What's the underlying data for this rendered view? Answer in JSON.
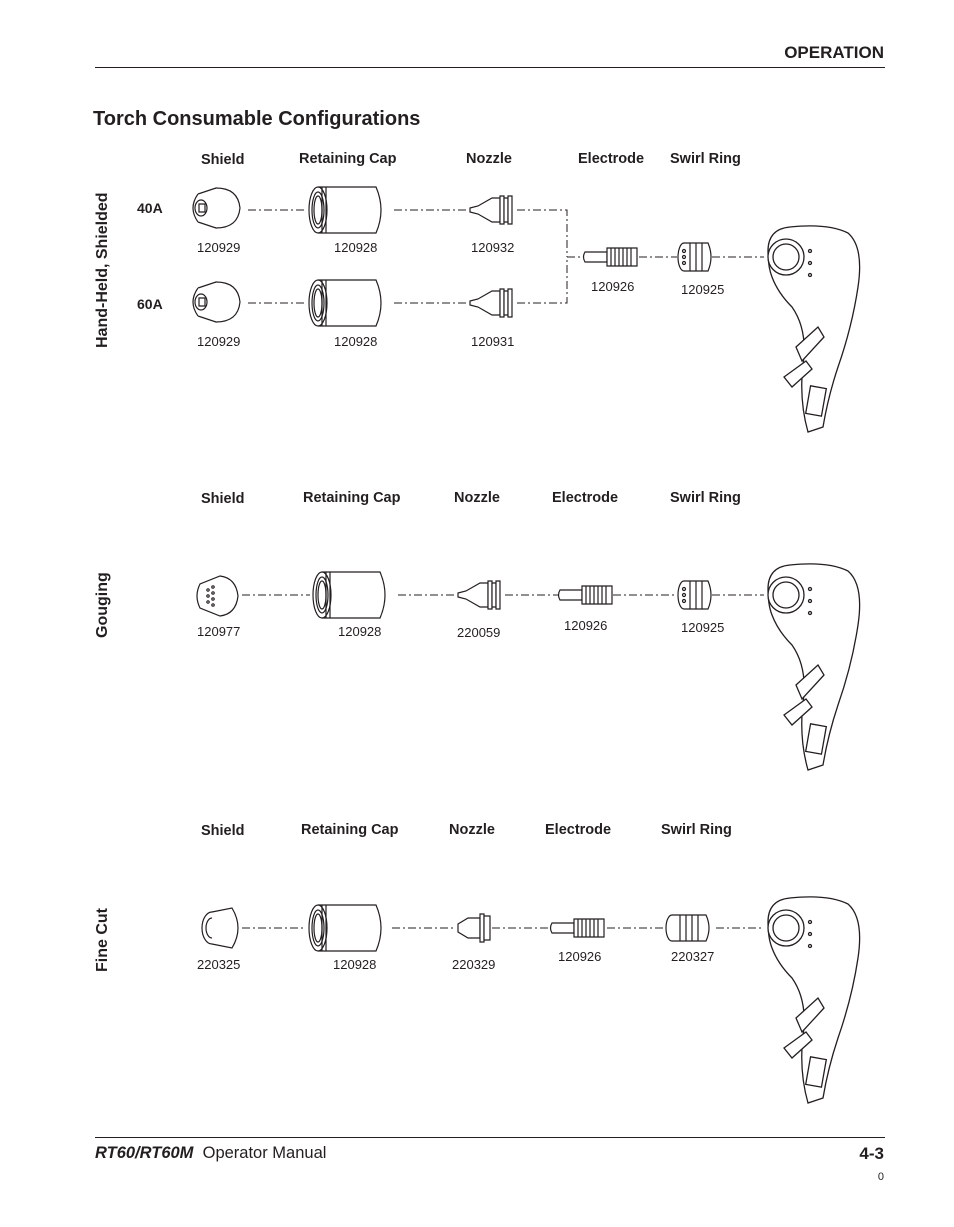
{
  "header": {
    "section": "OPERATION"
  },
  "title": "Torch Consumable Configurations",
  "sections": [
    {
      "label": "Hand-Held, Shielded",
      "columns": [
        "Shield",
        "Retaining Cap",
        "Nozzle",
        "Electrode",
        "Swirl Ring"
      ],
      "rows": [
        {
          "amperage": "40A",
          "shield": "120929",
          "retaining_cap": "120928",
          "nozzle": "120932"
        },
        {
          "amperage": "60A",
          "shield": "120929",
          "retaining_cap": "120928",
          "nozzle": "120931"
        }
      ],
      "electrode": "120926",
      "swirl_ring": "120925"
    },
    {
      "label": "Gouging",
      "columns": [
        "Shield",
        "Retaining Cap",
        "Nozzle",
        "Electrode",
        "Swirl Ring"
      ],
      "parts": [
        "120977",
        "120928",
        "220059",
        "120926",
        "120925"
      ]
    },
    {
      "label": "Fine Cut",
      "columns": [
        "Shield",
        "Retaining Cap",
        "Nozzle",
        "Electrode",
        "Swirl Ring"
      ],
      "parts": [
        "220325",
        "120928",
        "220329",
        "120926",
        "220327"
      ]
    }
  ],
  "footer": {
    "model": "RT60/RT60M",
    "manual": "Operator Manual",
    "page": "4-3",
    "revision": "0"
  }
}
